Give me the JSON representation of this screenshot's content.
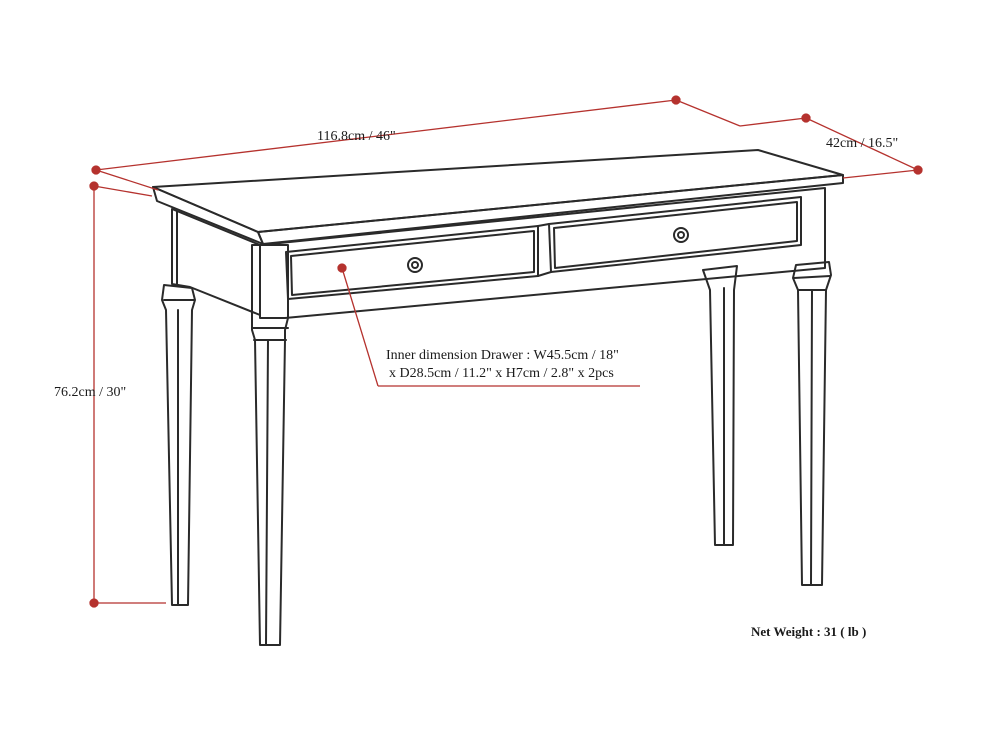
{
  "dimensions": {
    "width": "116.8cm / 46\"",
    "depth": "42cm / 16.5\"",
    "height": "76.2cm / 30\""
  },
  "drawer_note": {
    "line1": "Inner dimension Drawer : W45.5cm / 18\"",
    "line2": "x D28.5cm / 11.2\" x H7cm / 2.8\" x 2pcs"
  },
  "net_weight": "Net Weight : 31 ( lb )",
  "colors": {
    "dimension_line": "#b5322e",
    "outline": "#2a2a2a"
  }
}
